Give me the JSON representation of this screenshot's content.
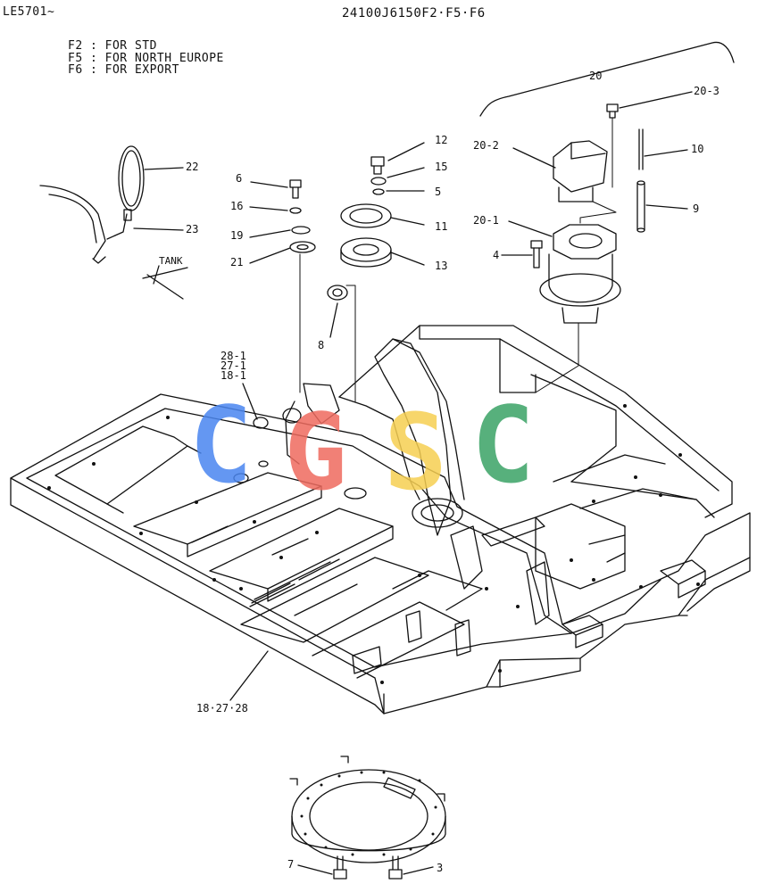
{
  "header": {
    "model": "LE5701~",
    "part_number": "24100J6150F2·F5·F6"
  },
  "notes": [
    "F2 : FOR STD",
    "F5 : FOR NORTH EUROPE",
    "F6 : FOR EXPORT"
  ],
  "tank_label": "TANK",
  "callouts": {
    "c20": "20",
    "c20_3": "20-3",
    "c20_2": "20-2",
    "c20_1": "20-1",
    "c10": "10",
    "c9": "9",
    "c4": "4",
    "c12": "12",
    "c15": "15",
    "c5": "5",
    "c11": "11",
    "c13": "13",
    "c8": "8",
    "c22": "22",
    "c23": "23",
    "c6": "6",
    "c16": "16",
    "c19": "19",
    "c21": "21",
    "c28_1": "28-1",
    "c27_1": "27-1",
    "c18_1": "18-1",
    "c18_27_28": "18·27·28",
    "c7": "7",
    "c3": "3"
  },
  "watermark": {
    "letters": [
      "C",
      "G",
      "S",
      "C"
    ],
    "colors": [
      "#4a86f0",
      "#ef6b5f",
      "#f6cf52",
      "#3aa366"
    ]
  }
}
